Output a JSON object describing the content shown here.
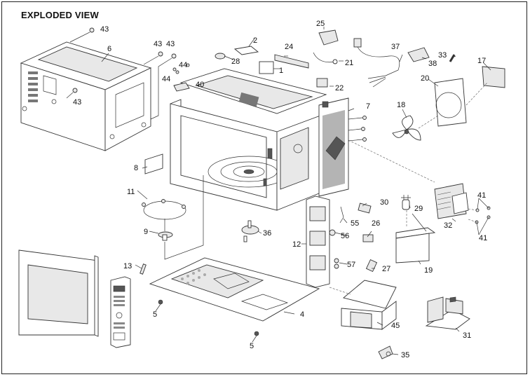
{
  "title": "EXPLODED VIEW",
  "parts": [
    {
      "id": "part-43a",
      "label": "43",
      "name": "screw"
    },
    {
      "id": "part-6",
      "label": "6",
      "name": "outer-cabinet"
    },
    {
      "id": "part-43b",
      "label": "43",
      "name": "screw"
    },
    {
      "id": "part-43c",
      "label": "43",
      "name": "screw"
    },
    {
      "id": "part-43d",
      "label": "43",
      "name": "screw"
    },
    {
      "id": "part-44a",
      "label": "44",
      "name": "screw"
    },
    {
      "id": "part-44b",
      "label": "44",
      "name": "screw"
    },
    {
      "id": "part-40",
      "label": "40",
      "name": "bracket"
    },
    {
      "id": "part-28",
      "label": "28",
      "name": "thermostat"
    },
    {
      "id": "part-2",
      "label": "2",
      "name": "label-sheet"
    },
    {
      "id": "part-1",
      "label": "1",
      "name": "label-sheet"
    },
    {
      "id": "part-24",
      "label": "24",
      "name": "lamp-holder"
    },
    {
      "id": "part-25",
      "label": "25",
      "name": "lamp-cover"
    },
    {
      "id": "part-21",
      "label": "21",
      "name": "lamp"
    },
    {
      "id": "part-22",
      "label": "22",
      "name": "lamp-socket"
    },
    {
      "id": "part-37",
      "label": "37",
      "name": "power-cord"
    },
    {
      "id": "part-38",
      "label": "38",
      "name": "noise-filter"
    },
    {
      "id": "part-33",
      "label": "33",
      "name": "fuse"
    },
    {
      "id": "part-17",
      "label": "17",
      "name": "fan-motor"
    },
    {
      "id": "part-20",
      "label": "20",
      "name": "fan-duct"
    },
    {
      "id": "part-18",
      "label": "18",
      "name": "fan-blade"
    },
    {
      "id": "part-7",
      "label": "7",
      "name": "back-plate"
    },
    {
      "id": "part-8",
      "label": "8",
      "name": "label-sheet"
    },
    {
      "id": "part-11",
      "label": "11",
      "name": "roller-ring"
    },
    {
      "id": "part-9",
      "label": "9",
      "name": "coupler"
    },
    {
      "id": "part-36",
      "label": "36",
      "name": "turntable-motor"
    },
    {
      "id": "part-30",
      "label": "30",
      "name": "switch"
    },
    {
      "id": "part-29",
      "label": "29",
      "name": "capacitor"
    },
    {
      "id": "part-55",
      "label": "55",
      "name": "latch-lever"
    },
    {
      "id": "part-56",
      "label": "56",
      "name": "lever"
    },
    {
      "id": "part-26",
      "label": "26",
      "name": "micro-switch"
    },
    {
      "id": "part-12",
      "label": "12",
      "name": "latch-board"
    },
    {
      "id": "part-57",
      "label": "57",
      "name": "switch-holder"
    },
    {
      "id": "part-27",
      "label": "27",
      "name": "micro-switch"
    },
    {
      "id": "part-19",
      "label": "19",
      "name": "hv-capacitor-bracket"
    },
    {
      "id": "part-32",
      "label": "32",
      "name": "magnetron"
    },
    {
      "id": "part-41a",
      "label": "41",
      "name": "screw"
    },
    {
      "id": "part-41b",
      "label": "41",
      "name": "screw"
    },
    {
      "id": "part-13",
      "label": "13",
      "name": "door-hook"
    },
    {
      "id": "part-5a",
      "label": "5",
      "name": "foot-screw"
    },
    {
      "id": "part-5b",
      "label": "5",
      "name": "foot-screw"
    },
    {
      "id": "part-4",
      "label": "4",
      "name": "base-plate"
    },
    {
      "id": "part-45",
      "label": "45",
      "name": "inverter-case"
    },
    {
      "id": "part-31",
      "label": "31",
      "name": "inverter-pcb"
    },
    {
      "id": "part-35",
      "label": "35",
      "name": "thermal-cutout"
    }
  ]
}
